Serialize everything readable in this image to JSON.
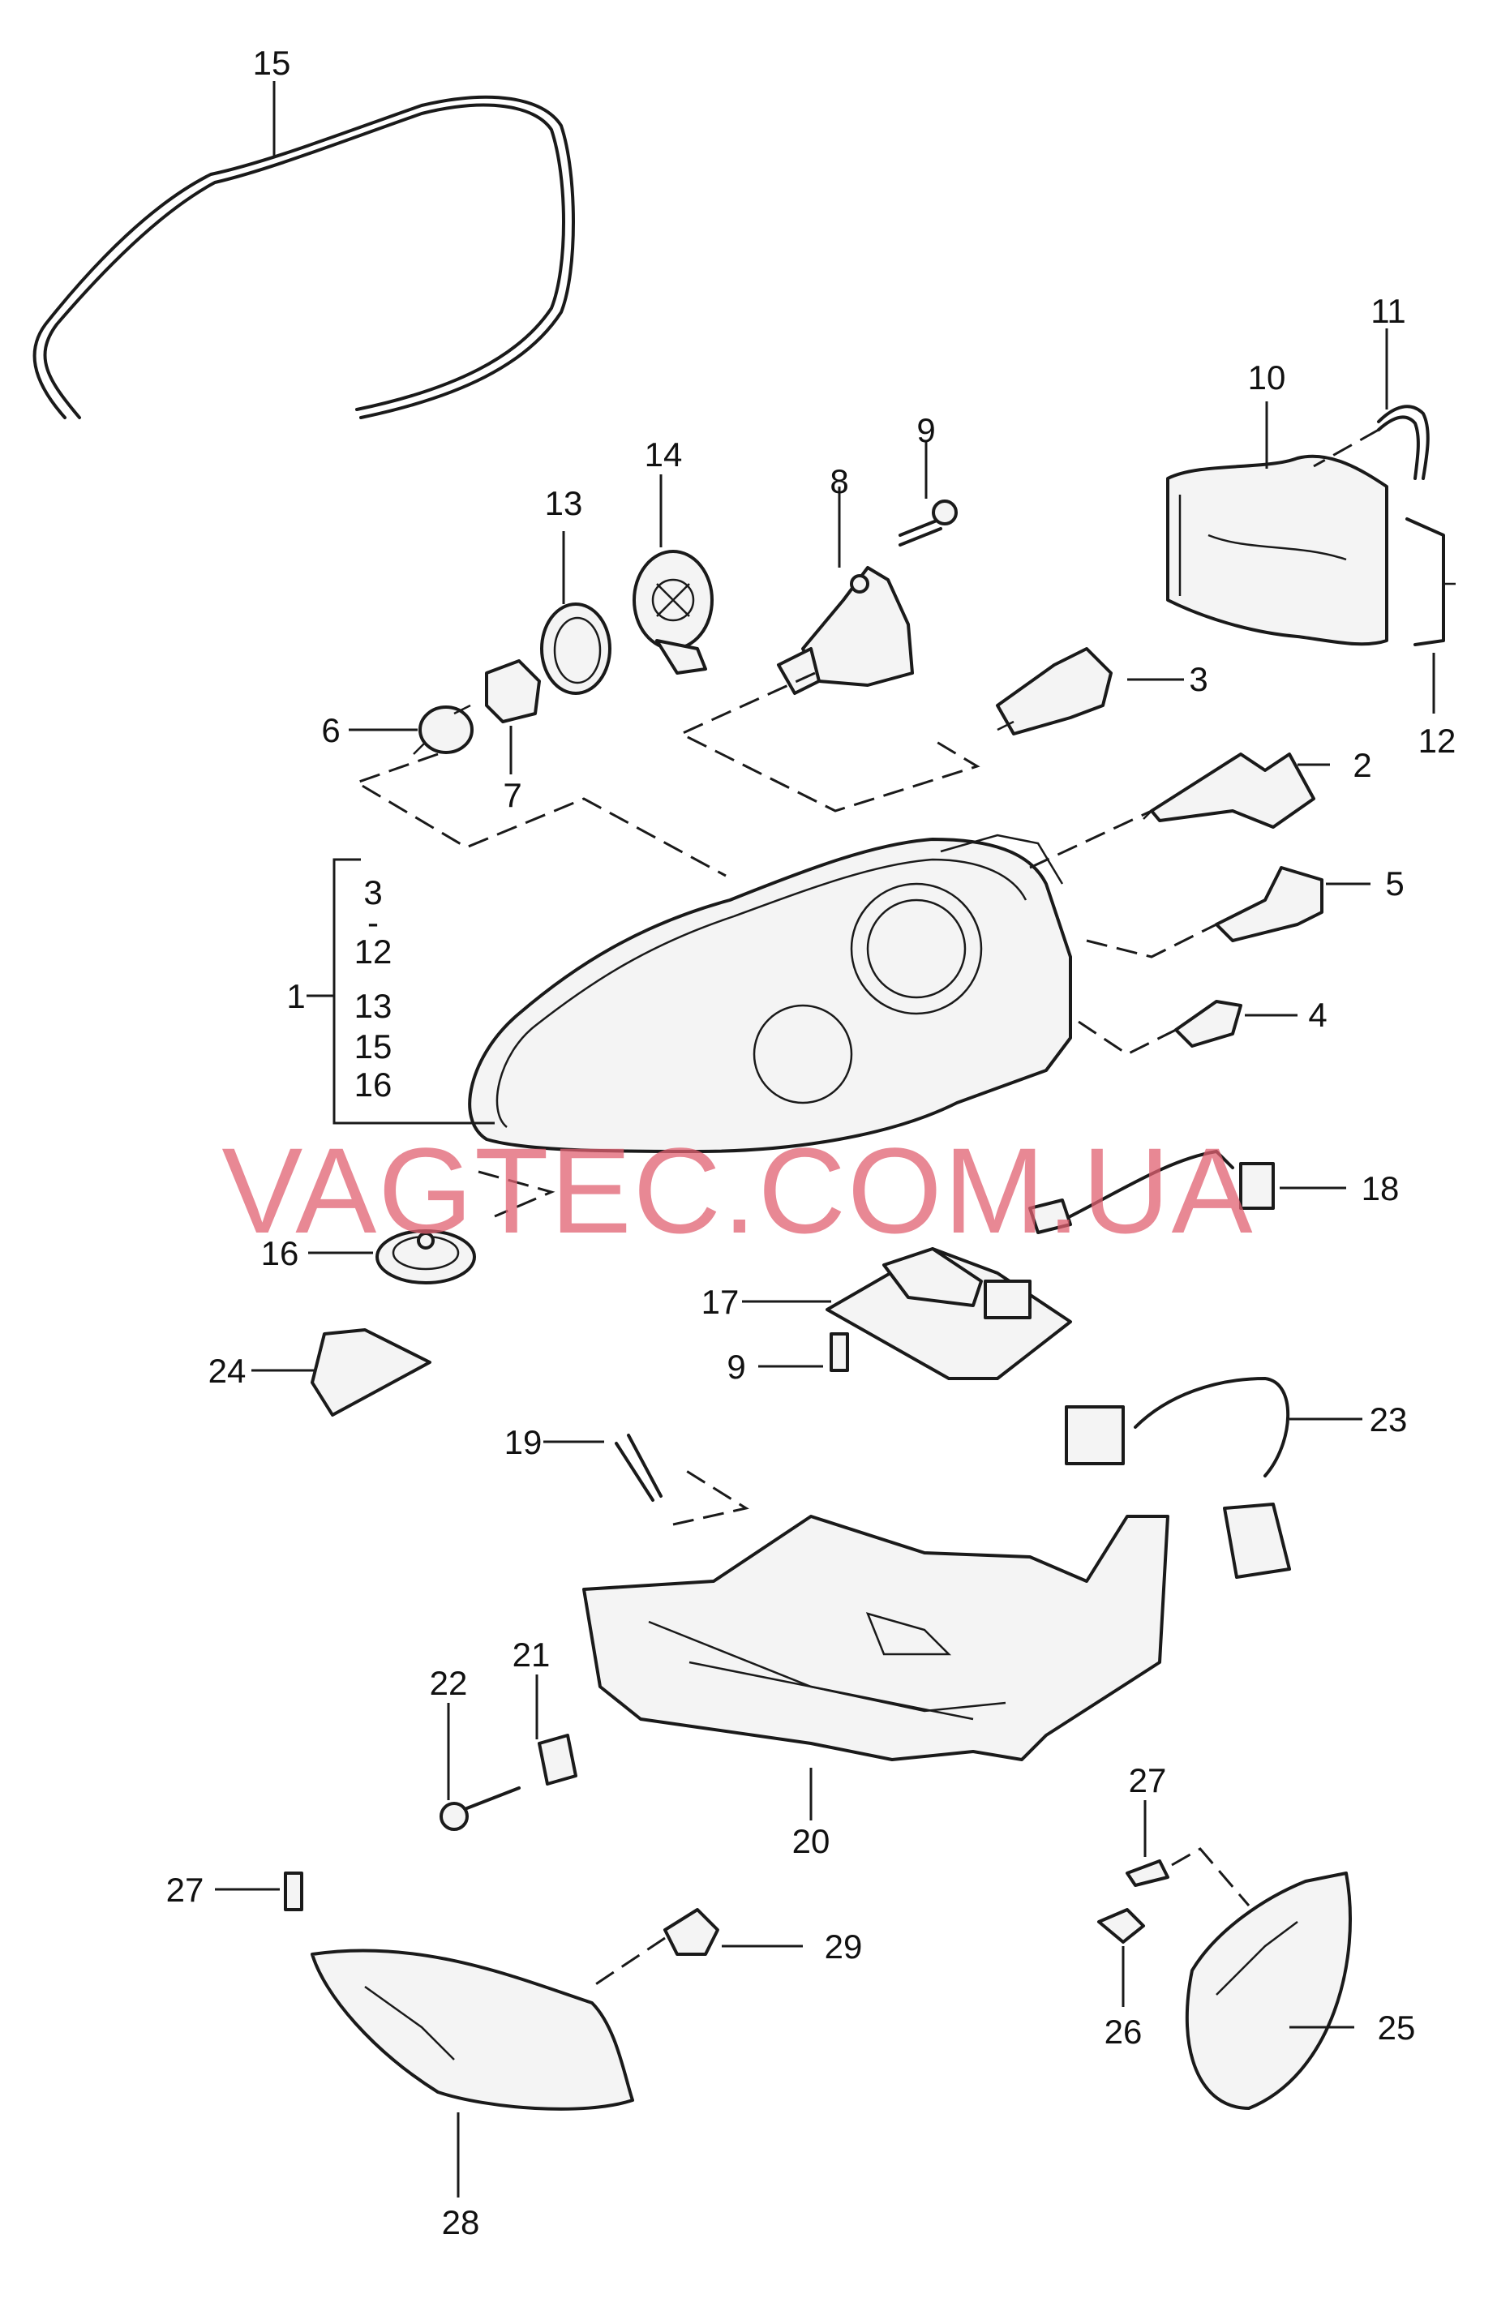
{
  "watermark": "VAGTEC.COM.UA",
  "watermark_color": "#e06070",
  "callouts": {
    "c1": "1",
    "c2": "2",
    "c3": "3",
    "c4": "4",
    "c5": "5",
    "c6": "6",
    "c7": "7",
    "c8": "8",
    "c9a": "9",
    "c9b": "9",
    "c10": "10",
    "c11": "11",
    "c12": "12",
    "c13": "13",
    "c14": "14",
    "c15": "15",
    "c16": "16",
    "c17": "17",
    "c18": "18",
    "c19": "19",
    "c20": "20",
    "c21": "21",
    "c22": "22",
    "c23": "23",
    "c24": "24",
    "c25": "25",
    "c26": "26",
    "c27a": "27",
    "c27b": "27",
    "c28": "28",
    "c29": "29"
  },
  "bracket_list": {
    "range_start": "3",
    "range_dash": "-",
    "range_end": "12",
    "item_13": "13",
    "item_15": "15",
    "item_16": "16"
  }
}
